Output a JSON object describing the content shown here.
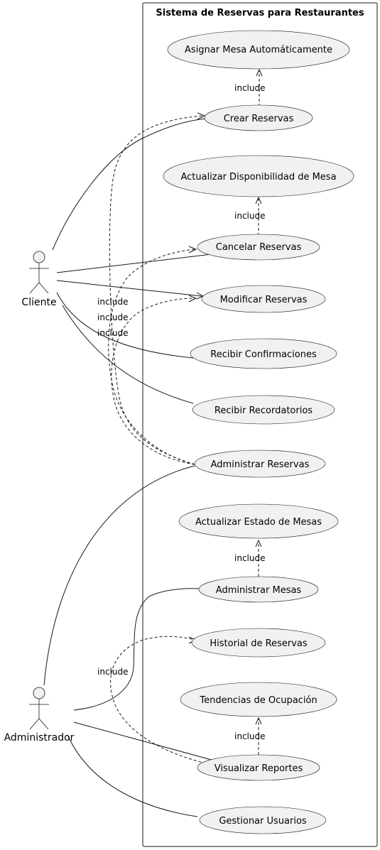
{
  "system": {
    "title": "Sistema de Reservas para Restaurantes"
  },
  "actors": {
    "cliente": "Cliente",
    "administrador": "Administrador"
  },
  "use_cases": {
    "asignar_mesa": "Asignar Mesa Automáticamente",
    "crear_reservas": "Crear Reservas",
    "actualizar_disponibilidad": "Actualizar Disponibilidad de Mesa",
    "cancelar_reservas": "Cancelar Reservas",
    "modificar_reservas": "Modificar Reservas",
    "recibir_confirmaciones": "Recibir Confirmaciones",
    "recibir_recordatorios": "Recibir Recordatorios",
    "administrar_reservas": "Administrar Reservas",
    "actualizar_estado_mesas": "Actualizar Estado de Mesas",
    "administrar_mesas": "Administrar Mesas",
    "historial_reservas": "Historial de Reservas",
    "tendencias_ocupacion": "Tendencias de Ocupación",
    "visualizar_reportes": "Visualizar Reportes",
    "gestionar_usuarios": "Gestionar Usuarios"
  },
  "relations": {
    "include_label": "include"
  }
}
